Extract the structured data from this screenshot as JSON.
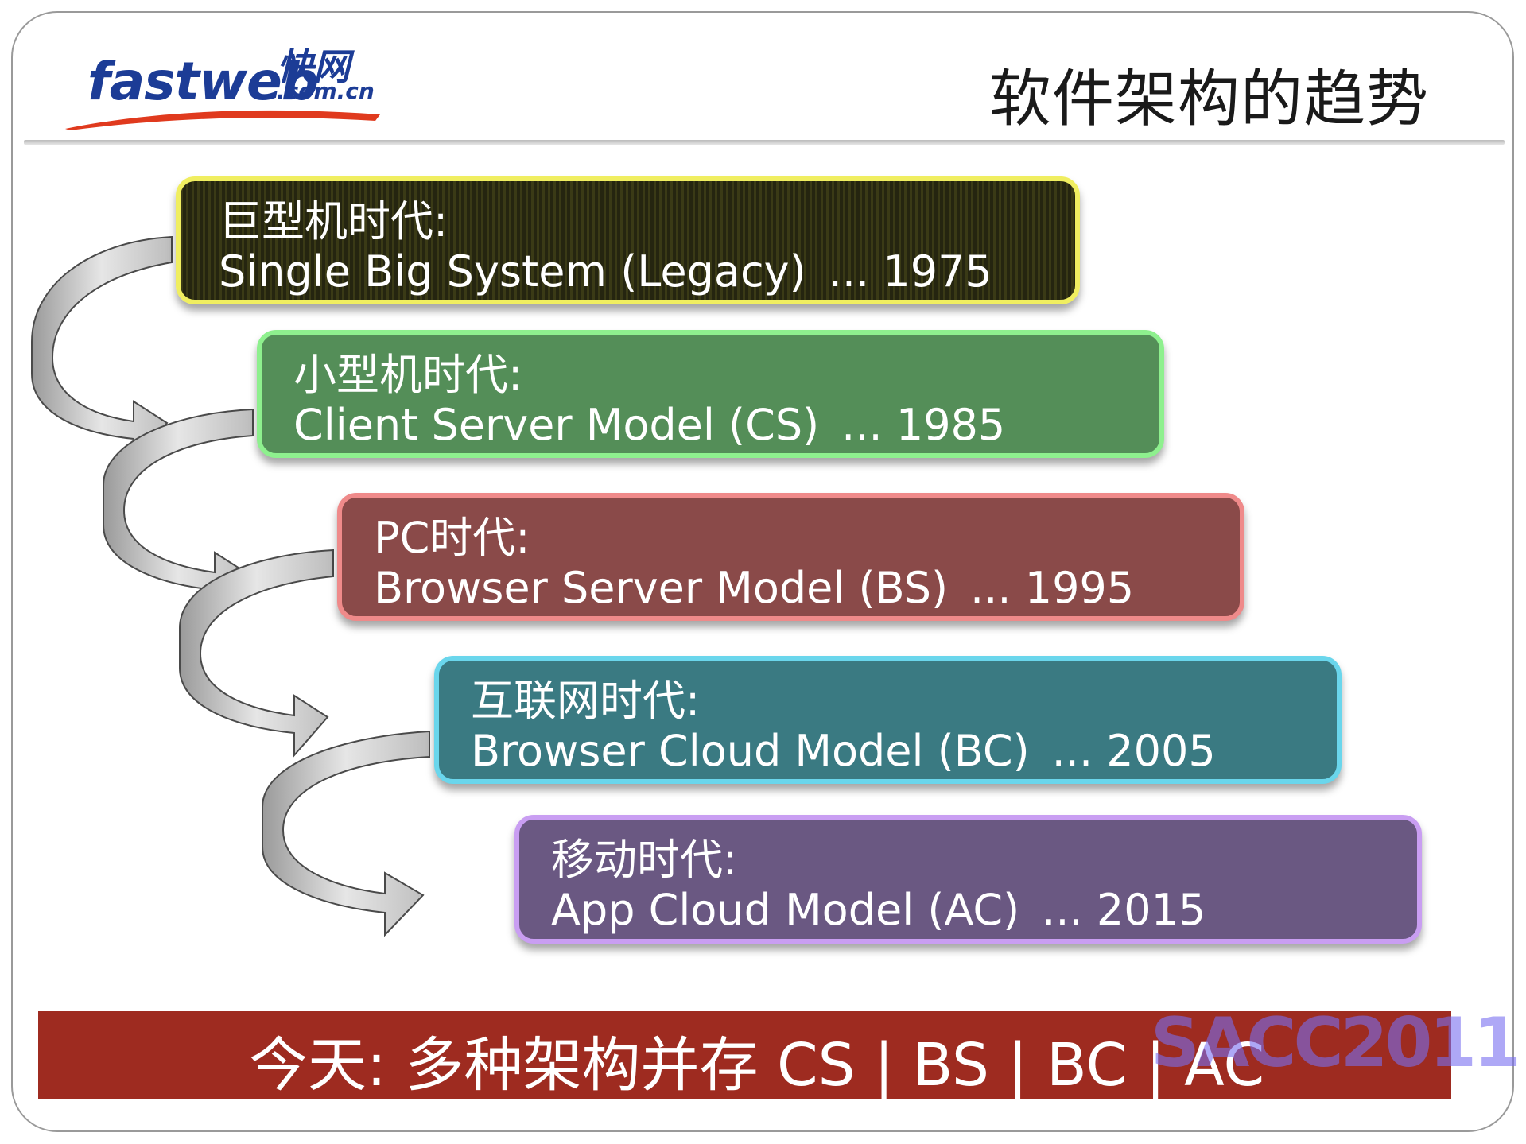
{
  "logo": {
    "brand": "fastweb",
    "brand_cn": "快网",
    "domain": ".com.cn"
  },
  "title": "软件架构的趋势",
  "eras": [
    {
      "name": "巨型机时代:",
      "model": "Single Big System (Legacy)",
      "year": "... 1975"
    },
    {
      "name": "小型机时代:",
      "model": "Client Server Model (CS)",
      "year": "... 1985"
    },
    {
      "name": "PC时代:",
      "model": "Browser Server Model (BS)",
      "year": "... 1995"
    },
    {
      "name": "互联网时代:",
      "model": "Browser Cloud Model (BC)",
      "year": "... 2005"
    },
    {
      "name": "移动时代:",
      "model": "App Cloud Model (AC)",
      "year": "... 2015"
    }
  ],
  "banner": "今天: 多种架构并存 CS | BS | BC | AC",
  "watermark": "SACC2011",
  "colors": {
    "logo_blue": "#1c3c96",
    "logo_swoosh": "#e03a1e",
    "banner": "#9e2b20",
    "era_1_border": "#f0ee60",
    "era_2": "#548e58",
    "era_3": "#8a4a49",
    "era_4": "#3a7a82",
    "era_5": "#6a5882"
  }
}
